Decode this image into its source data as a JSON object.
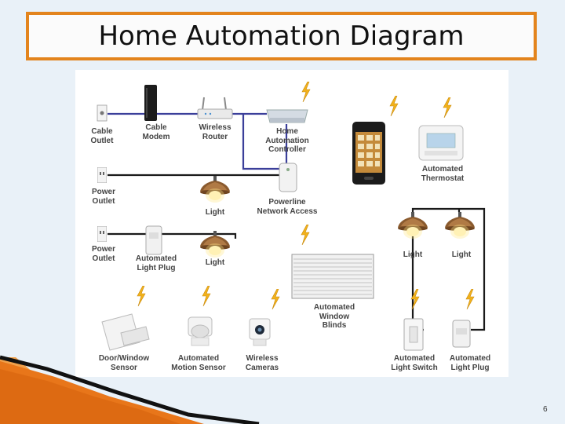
{
  "title": "Home Automation Diagram",
  "page_number": "6",
  "labels": {
    "cable_outlet": "Cable\nOutlet",
    "cable_modem": "Cable\nModem",
    "wireless_router": "Wireless\nRouter",
    "home_automation_controller": "Home\nAutomation\nController",
    "automated_thermostat": "Automated\nThermostat",
    "power_outlet_1": "Power\nOutlet",
    "light_1": "Light",
    "powerline_network_access": "Powerline\nNetwork Access",
    "power_outlet_2": "Power\nOutlet",
    "automated_light_plug_left": "Automated\nLight Plug",
    "light_2": "Light",
    "light_3": "Light",
    "light_4": "Light",
    "automated_window_blinds": "Automated\nWindow\nBlinds",
    "door_window_sensor": "Door/Window\nSensor",
    "automated_motion_sensor": "Automated\nMotion Sensor",
    "wireless_cameras": "Wireless\nCameras",
    "automated_light_switch": "Automated\nLight Switch",
    "automated_light_plug_right": "Automated\nLight Plug"
  },
  "colors": {
    "title_border": "#e3841d",
    "network_cable": "#3b3f9a",
    "power_cable": "#1a1a1a",
    "bolt": "#f2b21c",
    "lamp": "#8a5a2e",
    "decor_orange": "#e8761a"
  },
  "icons": [
    "cable-outlet-icon",
    "cable-modem-icon",
    "wireless-router-icon",
    "home-controller-icon",
    "smartphone-icon",
    "thermostat-icon",
    "power-outlet-icon",
    "pendant-light-icon",
    "powerline-adapter-icon",
    "light-plug-icon",
    "window-blinds-icon",
    "door-sensor-icon",
    "motion-sensor-icon",
    "wireless-camera-icon",
    "light-switch-icon",
    "wireless-signal-icon"
  ]
}
